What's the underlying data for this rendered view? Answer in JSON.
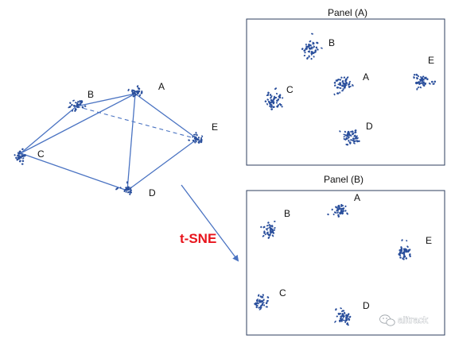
{
  "left_diagram": {
    "labels": {
      "A": "A",
      "B": "B",
      "C": "C",
      "D": "D",
      "E": "E"
    }
  },
  "arrow_label": "t-SNE",
  "panel_a": {
    "title": "Panel (A)",
    "labels": {
      "A": "A",
      "B": "B",
      "C": "C",
      "D": "D",
      "E": "E"
    }
  },
  "panel_b": {
    "title": "Panel (B)",
    "labels": {
      "A": "A",
      "B": "B",
      "C": "C",
      "D": "D",
      "E": "E"
    }
  },
  "watermark": {
    "text": "alitrack",
    "icon": "wechat-icon"
  },
  "colors": {
    "points": "#2a4f9c",
    "lines": "#4a73c2",
    "method_label": "#e8141c",
    "panel_border": "#2c3e5e"
  }
}
